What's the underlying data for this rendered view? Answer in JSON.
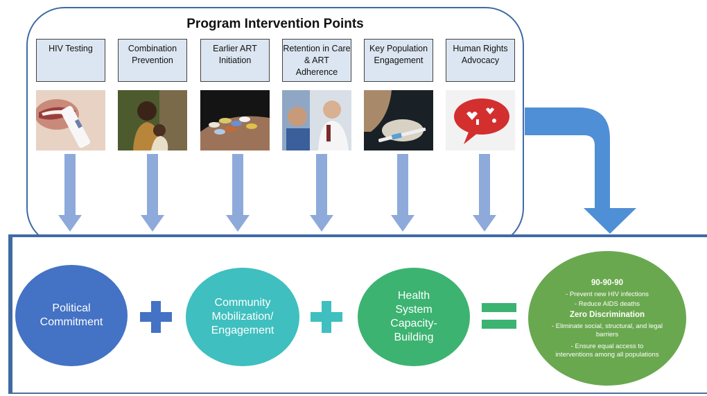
{
  "top_panel": {
    "title": "Program Intervention Points",
    "items": [
      {
        "label": "HIV Testing",
        "image": "hiv-test-photo"
      },
      {
        "label": "Combination Prevention",
        "image": "mother-child-photo"
      },
      {
        "label": "Earlier ART Initiation",
        "image": "pills-in-hand-photo"
      },
      {
        "label": "Retention in Care & ART Adherence",
        "image": "pharmacist-photo"
      },
      {
        "label": "Key Population Engagement",
        "image": "syringe-photo"
      },
      {
        "label": "Human Rights Advocacy",
        "image": "heart-speech-bubble-photo"
      }
    ]
  },
  "equation": {
    "political": "Political Commitment",
    "community": "Community Mobilization/ Engagement",
    "health": "Health System Capacity-Building",
    "plus": "+",
    "equals": "="
  },
  "goal": {
    "heading_1": "90-90-90",
    "items_1": [
      "- Prevent new HIV infections",
      "-  Reduce AIDS deaths"
    ],
    "heading_2": "Zero Discrimination",
    "items_2": [
      "- Eliminate social, structural, and legal barriers",
      "- Ensure equal access to interventions among all populations"
    ]
  },
  "colors": {
    "panel_border": "#3f6aa5",
    "label_fill": "#dce6f2",
    "arrow": "#8eaadb",
    "big_arrow": "#4f8fd6",
    "political": "#4472c4",
    "community": "#3fbfbf",
    "health": "#3cb371",
    "goal": "#6aa84f",
    "plus_blue": "#4472c4",
    "plus_teal": "#3fbfbf",
    "equals_green": "#3cb371"
  }
}
